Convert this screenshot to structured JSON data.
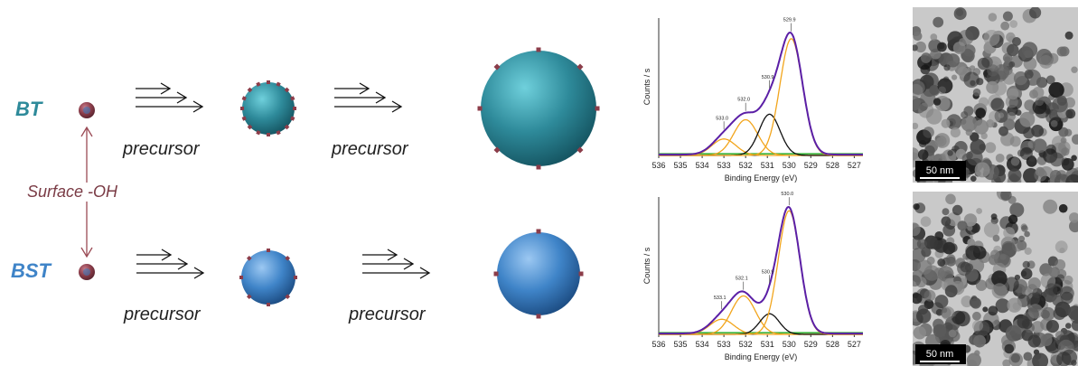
{
  "labels": {
    "bt": "BT",
    "bst": "BST",
    "surface_oh": "Surface -OH",
    "precursor": "precursor"
  },
  "colors": {
    "bt": "#2e8a9a",
    "bst": "#3f84c8",
    "seed": "#9a4a55",
    "surface_text": "#7a3b45",
    "envelope": "#5b1fa6",
    "oh_peak": "#f2a51c",
    "lattice_peak": "#111111",
    "baseline": "#3ab33a"
  },
  "tem": {
    "scale_bar_label": "50 nm"
  },
  "chart_data": [
    {
      "type": "line",
      "title": "",
      "xlabel": "Binding Energy (eV)",
      "ylabel": "Counts / s",
      "xlim": [
        536,
        526.6
      ],
      "x_ticks": [
        536,
        535,
        534,
        533,
        532,
        531,
        530,
        529,
        528,
        527
      ],
      "peak_labels": [
        "533.0",
        "532.0",
        "530.9",
        "529.9"
      ],
      "peak_label_positions": [
        533.0,
        532.0,
        530.9,
        529.9
      ],
      "components": [
        {
          "kind": "oh",
          "center": 533.0,
          "amp": 0.12,
          "sigma": 0.55
        },
        {
          "kind": "oh",
          "center": 532.0,
          "amp": 0.26,
          "sigma": 0.55
        },
        {
          "kind": "lattice",
          "center": 530.9,
          "amp": 0.3,
          "sigma": 0.48
        },
        {
          "kind": "oh",
          "center": 529.9,
          "amp": 0.85,
          "sigma": 0.52
        }
      ]
    },
    {
      "type": "line",
      "title": "",
      "xlabel": "Binding Energy (eV)",
      "ylabel": "Counts / s",
      "xlim": [
        536,
        526.6
      ],
      "x_ticks": [
        536,
        535,
        534,
        533,
        532,
        531,
        530,
        529,
        528,
        527
      ],
      "peak_labels": [
        "533.1",
        "532.1",
        "530.9",
        "530.0"
      ],
      "peak_label_positions": [
        533.1,
        532.1,
        530.9,
        530.0
      ],
      "components": [
        {
          "kind": "oh",
          "center": 533.1,
          "amp": 0.11,
          "sigma": 0.55
        },
        {
          "kind": "oh",
          "center": 532.1,
          "amp": 0.28,
          "sigma": 0.55
        },
        {
          "kind": "lattice",
          "center": 530.9,
          "amp": 0.15,
          "sigma": 0.45
        },
        {
          "kind": "oh",
          "center": 530.0,
          "amp": 0.9,
          "sigma": 0.5
        }
      ]
    }
  ]
}
